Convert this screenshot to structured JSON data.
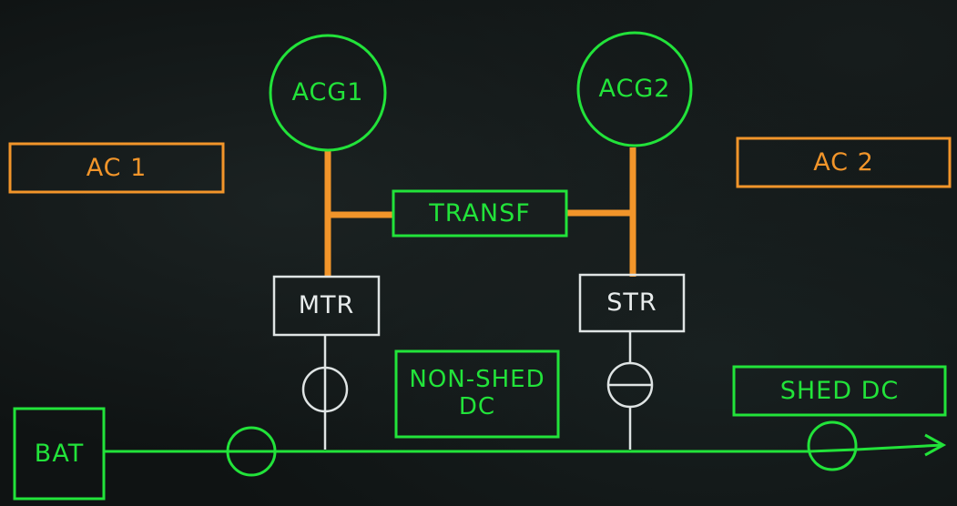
{
  "labels": {
    "ac1": "AC 1",
    "ac2": "AC 2",
    "acg1": "ACG1",
    "acg2": "ACG2",
    "transf": "TRANSF",
    "mtr": "MTR",
    "str": "STR",
    "non_shed_dc_line1": "NON-SHED",
    "non_shed_dc_line2": "DC",
    "shed_dc": "SHED DC",
    "bat": "BAT"
  },
  "colors": {
    "active_green": "#22e33a",
    "ac_orange": "#f2952a",
    "inactive_white": "#e8ecec",
    "background": "#101414"
  }
}
